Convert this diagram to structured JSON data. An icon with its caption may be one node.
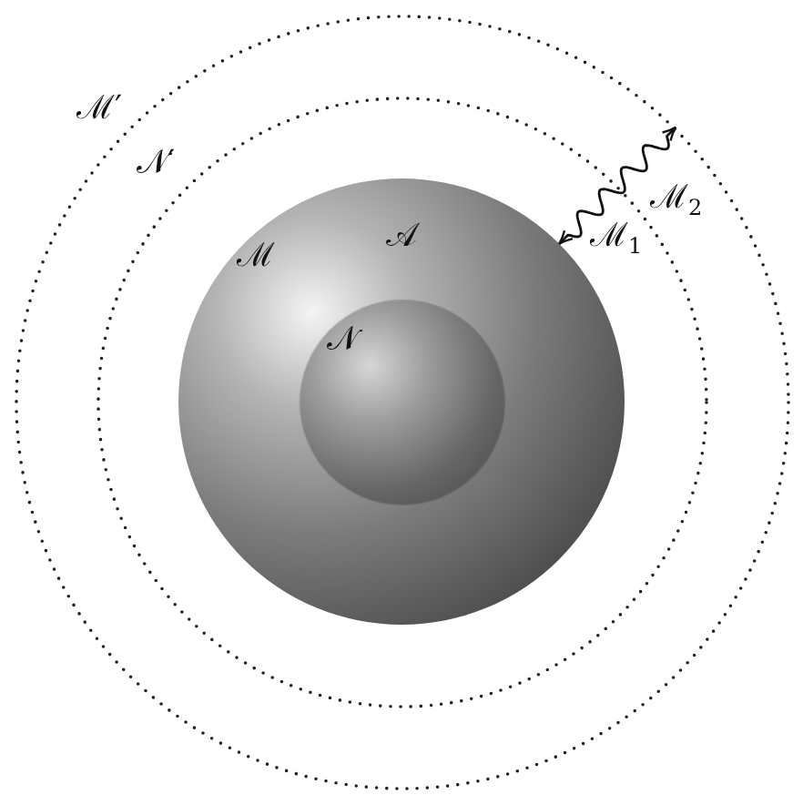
{
  "diagram": {
    "nodes": [
      {
        "text": [
          "ℳ′"
        ]
      },
      {
        "text": [
          "𝒩′"
        ],
        "in": 0
      },
      {
        "text": [
          "ℳ",
          "𝒜"
        ],
        "in": 1
      },
      {
        "text": [
          "𝒩"
        ],
        "in": 2
      }
    ],
    "edges": [
      {
        "from": 2,
        "to": 0,
        "arrow": "both"
      }
    ],
    "labels": [
      "ℳ$_{1}$",
      "ℳ$_{2}$"
    ]
  }
}
